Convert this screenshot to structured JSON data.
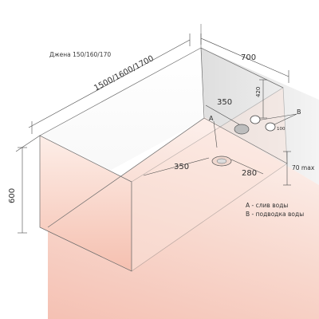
{
  "title": "Джена 150/160/170",
  "dimensions": {
    "length": "1500/1600/1700",
    "width": "700",
    "height": "600",
    "drain_from_wall": "350",
    "drain_from_side": "350",
    "drain_offset": "280",
    "supply_height": "420",
    "supply_spacing": "100",
    "pipe_height": "70 max"
  },
  "markers": {
    "a": "A",
    "b": "B"
  },
  "legend": {
    "a": "A - слив воды",
    "b": "B - подводка воды"
  }
}
